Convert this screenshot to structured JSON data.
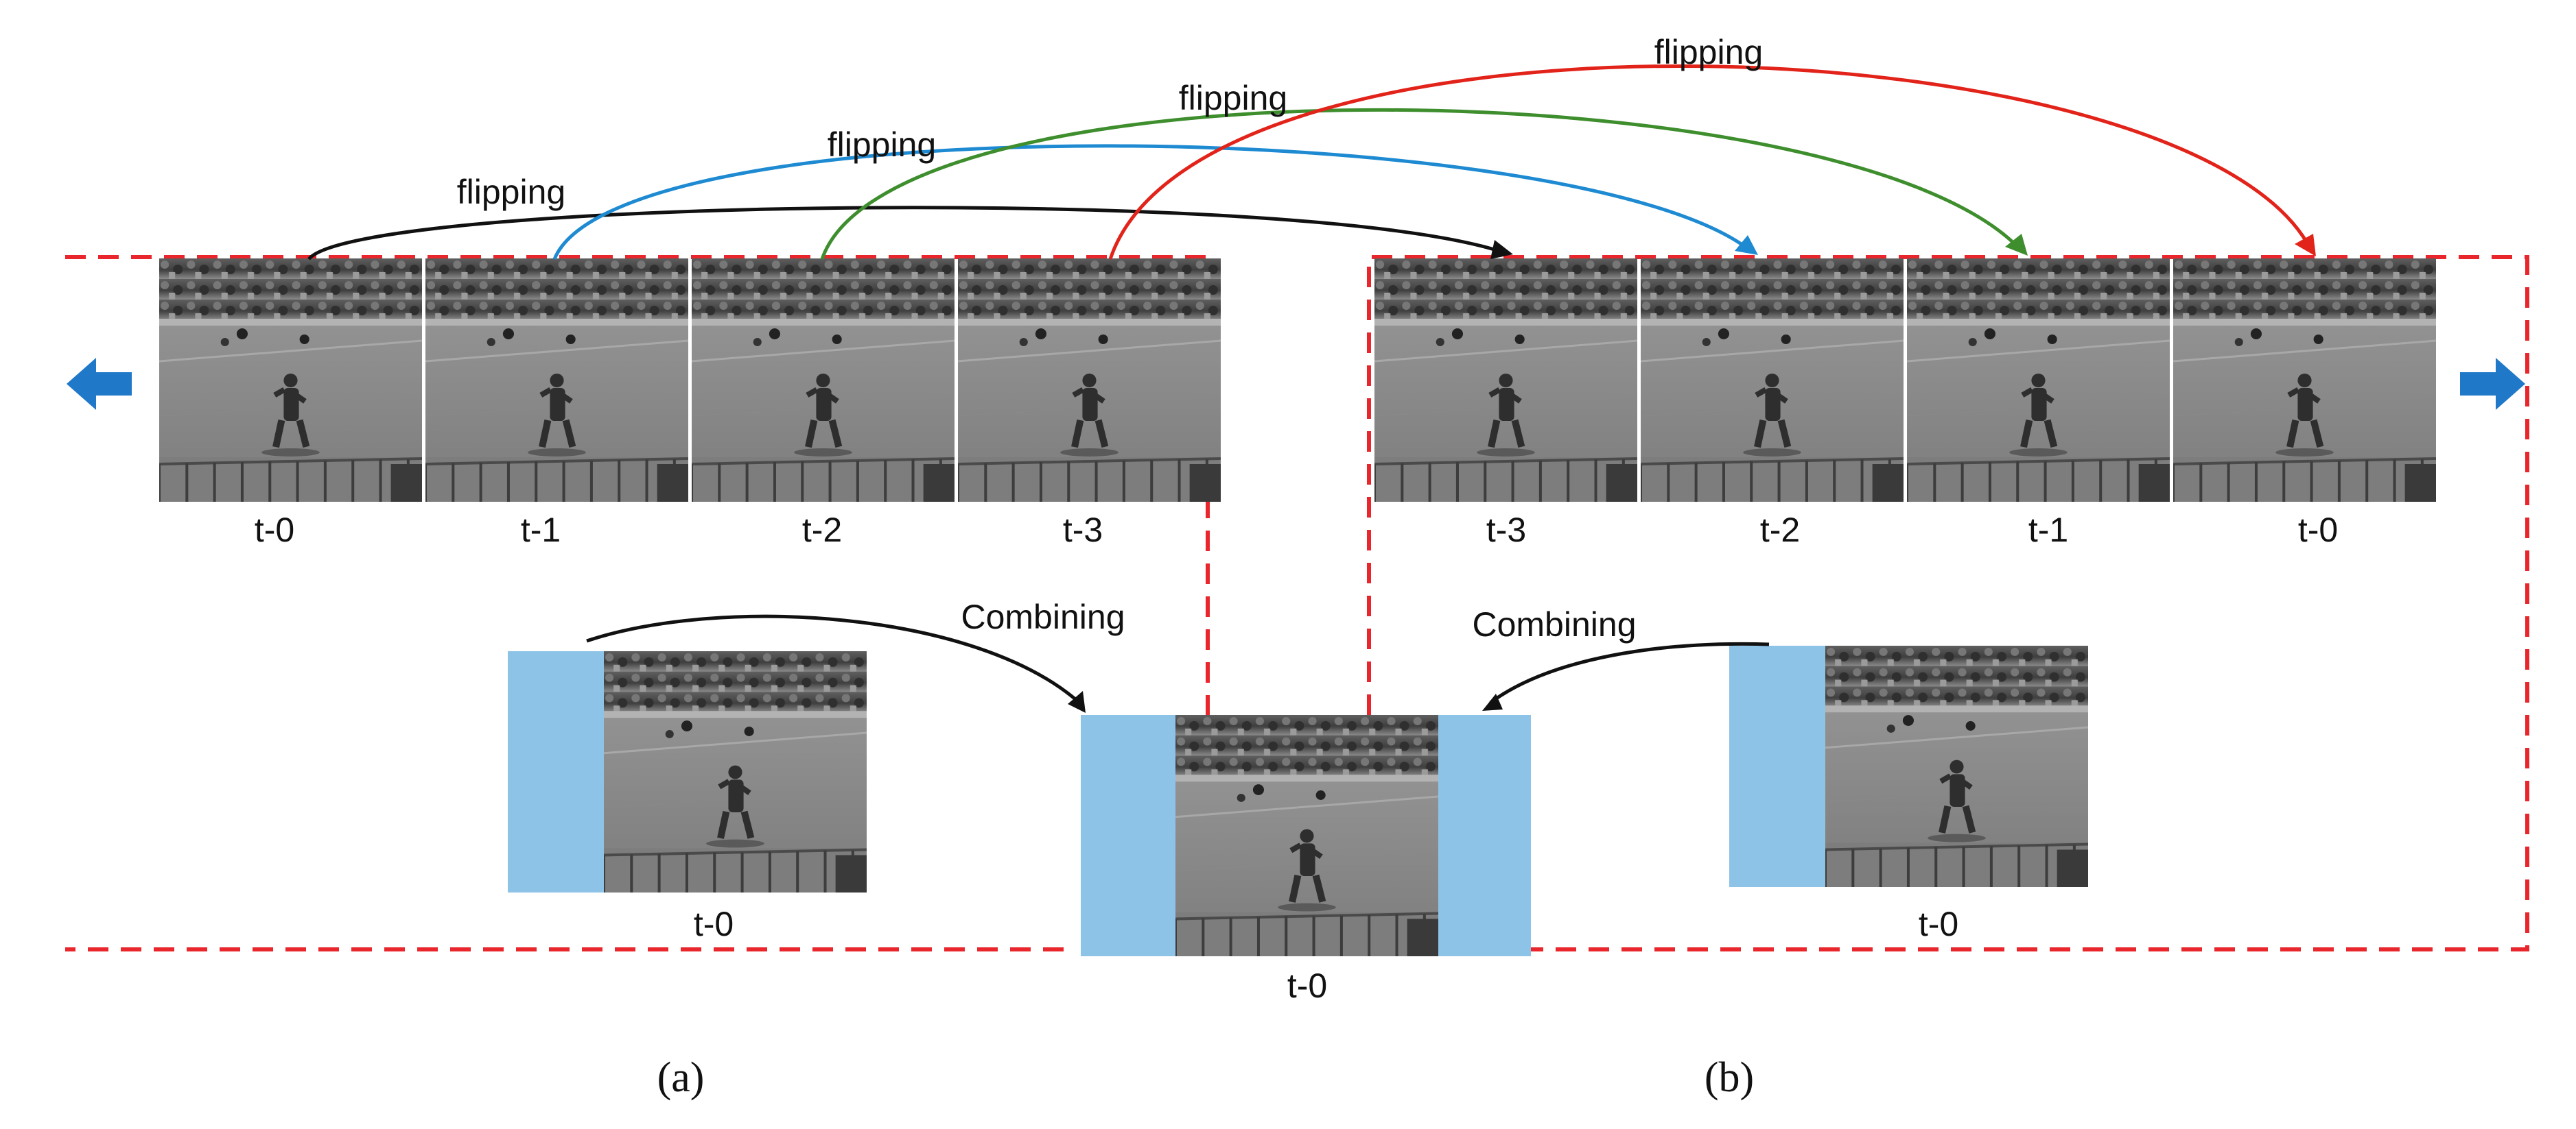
{
  "colors": {
    "dashed_border": "#e8262c",
    "arrow_black": "#111111",
    "arrow_blue": "#1e8ad2",
    "arrow_green": "#3e8e2e",
    "arrow_red": "#e2231a",
    "padding_blue": "#8ec3e8",
    "direction_arrow": "#1f78c8"
  },
  "icons": {
    "left_direction": "arrow-left-icon",
    "right_direction": "arrow-right-icon"
  },
  "flip_labels": [
    "flipping",
    "flipping",
    "flipping",
    "flipping"
  ],
  "panel_a": {
    "frame_labels": [
      "t-0",
      "t-1",
      "t-2",
      "t-3"
    ],
    "small_frame_label": "t-0",
    "combining_label": "Combining",
    "caption": "(a)"
  },
  "panel_b": {
    "frame_labels": [
      "t-3",
      "t-2",
      "t-1",
      "t-0"
    ],
    "small_frame_label": "t-0",
    "combining_label": "Combining",
    "caption": "(b)"
  },
  "center": {
    "combined_label": "t-0"
  }
}
